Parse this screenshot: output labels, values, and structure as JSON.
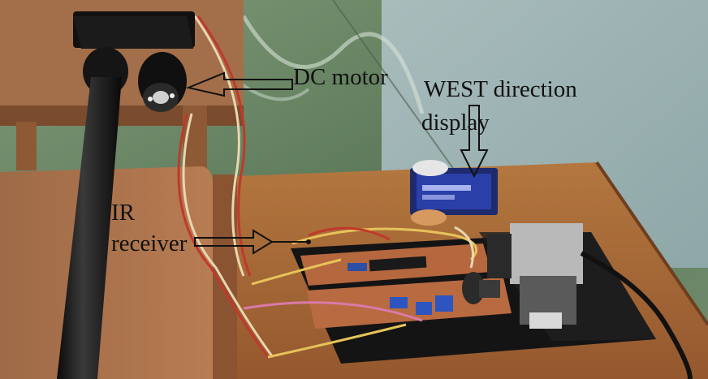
{
  "labels": {
    "dc_motor": "DC motor",
    "west_direction": "WEST direction",
    "display": "display",
    "ir": "IR",
    "receiver": "receiver"
  },
  "colors": {
    "wood": "#a8683c",
    "wood_dark": "#6e3c1e",
    "tile_green": "#6f8a6c",
    "wall_blue": "#9bb2b3",
    "lcd_blue": "#2a3fa8",
    "acrylic": "#141414"
  }
}
